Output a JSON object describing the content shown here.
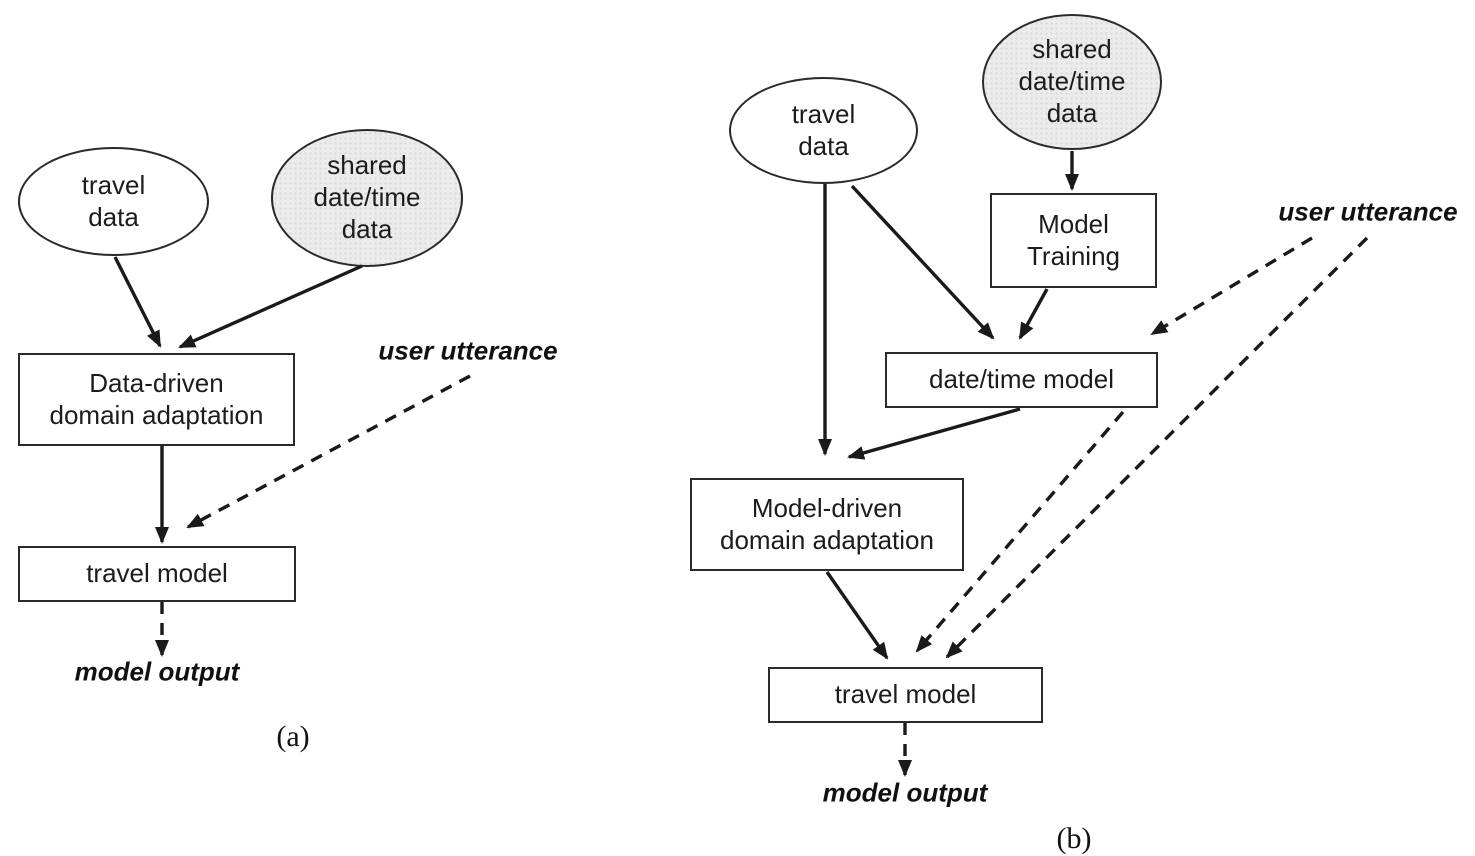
{
  "figure": {
    "colors": {
      "stroke": "#1a1a1a",
      "box_border": "#2a2a2a",
      "shared_node_fill": "#ececec",
      "plain_node_fill": "#ffffff",
      "text": "#111111"
    },
    "panel_a": {
      "caption": "(a)",
      "nodes": {
        "travel_data": "travel\ndata",
        "shared_data": "shared\ndate/time\ndata",
        "adaptation": "Data-driven\ndomain adaptation",
        "travel_model": "travel model"
      },
      "annotations": {
        "user_utterance": "user utterance",
        "model_output": "model output"
      }
    },
    "panel_b": {
      "caption": "(b)",
      "nodes": {
        "travel_data": "travel\ndata",
        "shared_data": "shared\ndate/time\ndata",
        "model_training": "Model\nTraining",
        "datetime_model": "date/time model",
        "adaptation": "Model-driven\ndomain adaptation",
        "travel_model": "travel model"
      },
      "annotations": {
        "user_utterance": "user utterance",
        "model_output": "model output"
      }
    }
  }
}
